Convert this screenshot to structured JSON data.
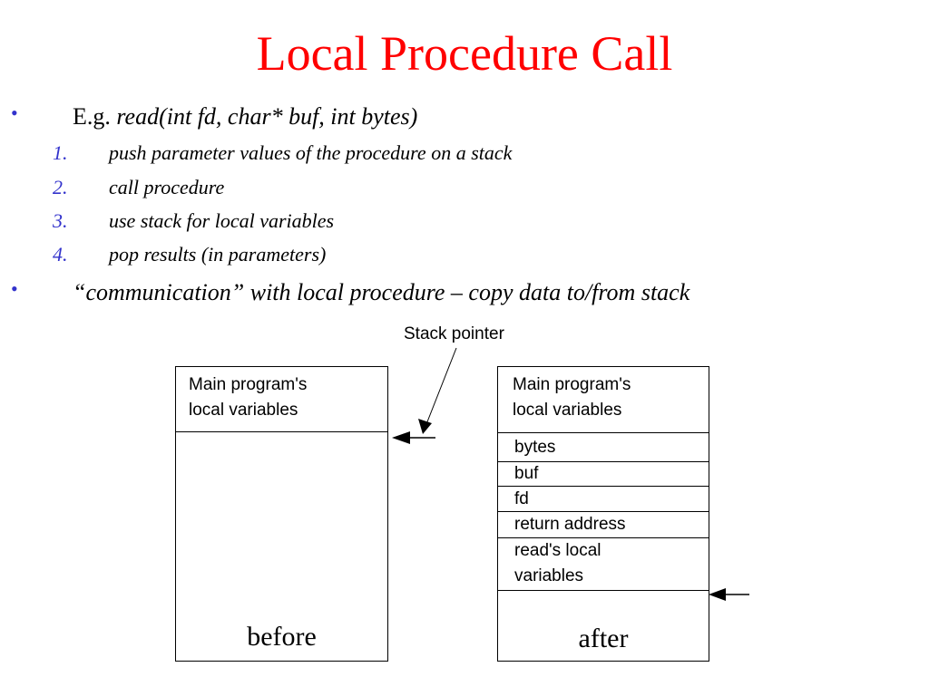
{
  "slide": {
    "title": "Local Procedure Call",
    "bullets": [
      {
        "symbol": "•",
        "prefix": "E.g. ",
        "text": "read(int fd, char* buf, int bytes)"
      },
      {
        "symbol": "•",
        "text": "“communication” with local procedure – copy data to/from stack"
      }
    ],
    "steps": [
      {
        "num": "1.",
        "text": "push parameter values of the procedure on a stack"
      },
      {
        "num": "2.",
        "text": "call procedure"
      },
      {
        "num": "3.",
        "text": "use stack for local variables"
      },
      {
        "num": "4.",
        "text": "pop results (in parameters)"
      }
    ]
  },
  "diagram": {
    "stack_pointer_label": "Stack pointer",
    "before": {
      "caption": "before",
      "main_line1": "Main program's",
      "main_line2": "local variables"
    },
    "after": {
      "caption": "after",
      "main_line1": "Main program's",
      "main_line2": "local variables",
      "cells": [
        "bytes",
        "buf",
        "fd",
        "return address",
        "read's local",
        "variables"
      ]
    }
  },
  "colors": {
    "title": "#ff0000",
    "bullet_markers": "#3333cc",
    "text": "#000000"
  }
}
